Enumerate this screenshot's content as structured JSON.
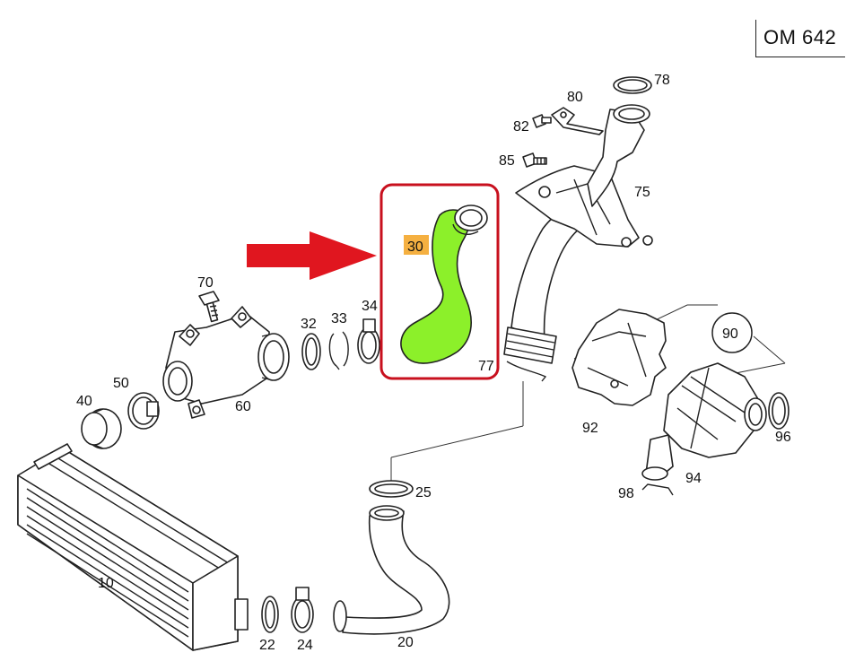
{
  "engine_code": "OM 642",
  "callouts": {
    "p10": "10",
    "p20": "20",
    "p22": "22",
    "p24": "24",
    "p25": "25",
    "p30": "30",
    "p32": "32",
    "p33": "33",
    "p34": "34",
    "p40": "40",
    "p50": "50",
    "p60": "60",
    "p70": "70",
    "p75": "75",
    "p77": "77",
    "p78": "78",
    "p80": "80",
    "p82": "82",
    "p85": "85",
    "p90": "90",
    "p92": "92",
    "p94": "94",
    "p96": "96",
    "p98": "98"
  },
  "highlight": {
    "part": "30",
    "part_color": "#8cf02a",
    "frame_color": "#c8101e",
    "arrow_color": "#e0161f",
    "label_bg": "#f5b041"
  }
}
